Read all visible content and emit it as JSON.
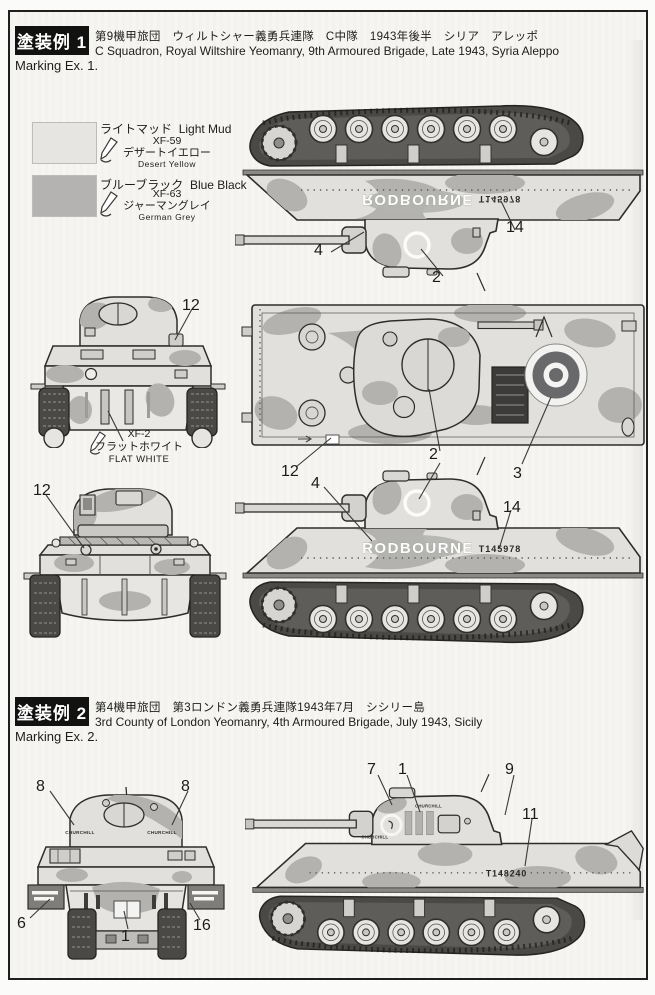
{
  "nums": {
    "n1": "1",
    "n2": "2",
    "n3": "3",
    "n4": "4",
    "n6": "6",
    "n7": "7",
    "n8": "8",
    "n9": "9",
    "n11": "11",
    "n12": "12",
    "n14": "14",
    "n16": "16"
  },
  "colors": {
    "paper": "#f6f5f2",
    "frame": "#1f1f1d",
    "camo_light": "#e1e0dd",
    "camo_dark": "#b3b2af",
    "swatch_light_mud": "#e6e5e2",
    "swatch_blue_black": "#b4b3b1",
    "track_dark": "#4a4946",
    "roundel_dark": "#69686a",
    "roundel_light": "#f2f2f0"
  },
  "sections": [
    {
      "title_box": "塗装例 1",
      "subtitle_jp": "第9機甲旅団　ウィルトシャー義勇兵連隊　C中隊　1943年後半　シリア　アレッポ",
      "subtitle_en": "C Squadron, Royal Wiltshire Yeomanry, 9th Armoured Brigade, Late 1943, Syria Aleppo",
      "marking_label": "Marking Ex. 1.",
      "palette": [
        {
          "name_jp": "ライトマッド",
          "name_en": "Light Mud",
          "code": "XF-59",
          "paint_jp": "デザートイエロー",
          "paint_en": "Desert Yellow",
          "swatch": "#e6e5e2"
        },
        {
          "name_jp": "ブルーブラック",
          "name_en": "Blue Black",
          "code": "XF-63",
          "paint_jp": "ジャーマングレイ",
          "paint_en": "German Grey",
          "swatch": "#b4b3b1"
        }
      ],
      "extra_paint": {
        "code": "XF-2",
        "jp": "フラットホワイト",
        "en": "FLAT WHITE"
      },
      "tank_name": "RODBOURNE",
      "serial": "T145978"
    },
    {
      "title_box": "塗装例 2",
      "subtitle_jp": "第4機甲旅団　第3ロンドン義勇兵連隊1943年7月　シシリー島",
      "subtitle_en": "3rd County of London Yeomanry, 4th Armoured Brigade, July 1943, Sicily",
      "marking_label": "Marking Ex. 2.",
      "turret_name": "CHURCHILL",
      "serial": "T148240"
    }
  ]
}
